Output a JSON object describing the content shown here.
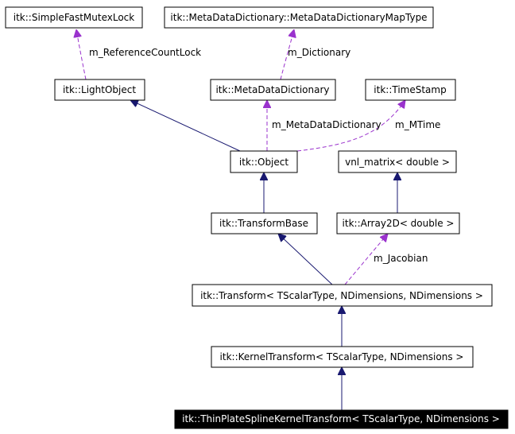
{
  "nodes": {
    "fastMutex": "itk::SimpleFastMutexLock",
    "mapType": "itk::MetaDataDictionary::MetaDataDictionaryMapType",
    "lightObject": "itk::LightObject",
    "metaDict": "itk::MetaDataDictionary",
    "timeStamp": "itk::TimeStamp",
    "object": "itk::Object",
    "vnlMatrix": "vnl_matrix< double >",
    "transformBase": "itk::TransformBase",
    "array2d": "itk::Array2D< double >",
    "transform": "itk::Transform< TScalarType, NDimensions, NDimensions >",
    "kernelTransform": "itk::KernelTransform< TScalarType, NDimensions >",
    "thinPlate": "itk::ThinPlateSplineKernelTransform< TScalarType, NDimensions >"
  },
  "edge_labels": {
    "refCountLock": "m_ReferenceCountLock",
    "dictionary": "m_Dictionary",
    "metaDataDictionary": "m_MetaDataDictionary",
    "mtime": "m_MTime",
    "jacobian": "m_Jacobian"
  },
  "colors": {
    "inheritance_edge": "#191970",
    "member_edge": "#9a32cd",
    "root_fill": "#000000",
    "root_text": "#ffffff"
  }
}
